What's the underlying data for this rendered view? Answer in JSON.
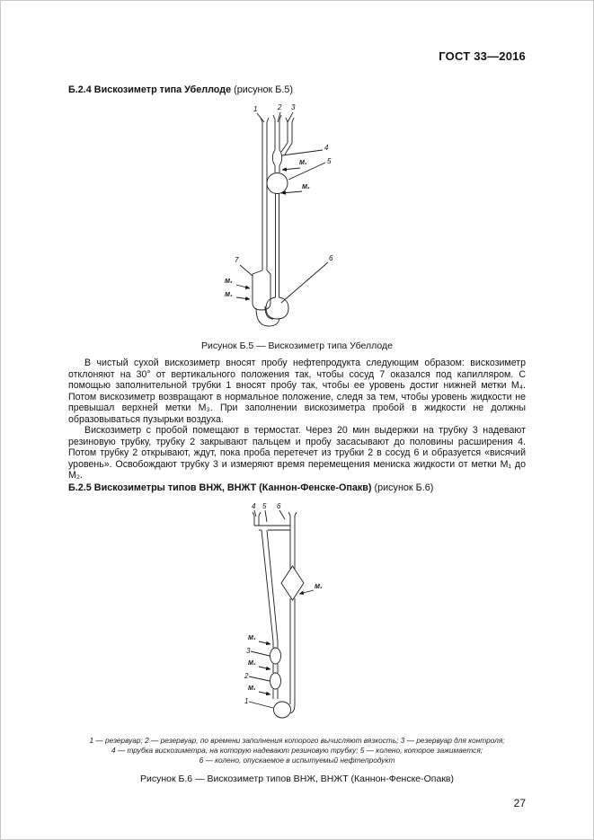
{
  "page": {
    "header": "ГОСТ 33—2016",
    "page_number": "27"
  },
  "section_b24": {
    "heading_bold": "Б.2.4 Вискозиметр типа Убеллоде",
    "heading_rest": " (рисунок Б.5)"
  },
  "figure_b5": {
    "caption": "Рисунок Б.5 — Вискозиметр типа Убеллоде",
    "labels": {
      "n1": "1",
      "n2": "2",
      "n3": "3",
      "n4": "4",
      "n5": "5",
      "n6": "6",
      "n7": "7",
      "m1": "M₁",
      "m2": "M₂",
      "m3": "M₃",
      "m4": "M₄"
    }
  },
  "body": {
    "para1": "В чистый сухой вискозиметр вносят пробу нефтепродукта следующим образом: вискозиметр отклоняют на 30° от вертикального положения так, чтобы сосуд 7 оказался под капилляром. С помощью заполнительной трубки 1 вносят пробу так, чтобы ее уровень достиг нижней метки М₄. Потом вискозиметр возвращают в нормальное положение, следя за тем, чтобы уровень жидкости не превышал верхней метки М₃. При заполнении вискозиметра пробой в жидкости не должны образовываться пузырьки воздуха.",
    "para2": "Вискозиметр с пробой помещают в термостат. Через 20 мин выдержки на трубку 3 надевают резиновую трубку, трубку 2 закрывают пальцем и пробу засасывают до половины расширения 4. Потом трубку 2 открывают, ждут, пока проба перетечет из трубки 2 в сосуд 6 и образуется «висячий уровень». Освобождают трубку 3 и измеряют время перемещения мениска жидкости от метки М₁ до М₂."
  },
  "section_b25": {
    "heading_bold": "Б.2.5 Вискозиметры типов ВНЖ, ВНЖТ (Каннон-Фенске-Опакв)",
    "heading_rest": " (рисунок Б.6)"
  },
  "figure_b6": {
    "caption": "Рисунок Б.6 — Вискозиметр типов ВНЖ, ВНЖТ (Каннон-Фенске-Опакв)",
    "labels": {
      "n1": "1",
      "n2": "2",
      "n3": "3",
      "n4": "4",
      "n5": "5",
      "n6": "6",
      "m1": "M₁",
      "m2": "M₂",
      "m3": "M₃",
      "m4": "M₄"
    },
    "legend_lines": [
      "1 — резервуар; 2 — резервуар, по времени заполнения которого вычисляют вязкость; 3 — резервуар для контроля;",
      "4 — трубка вискозиметра, на которую надевают резиновую трубку; 5 — колено, которое зажимается;",
      "6 — колено, опускаемое в испытуемый нефтепродукт"
    ]
  }
}
